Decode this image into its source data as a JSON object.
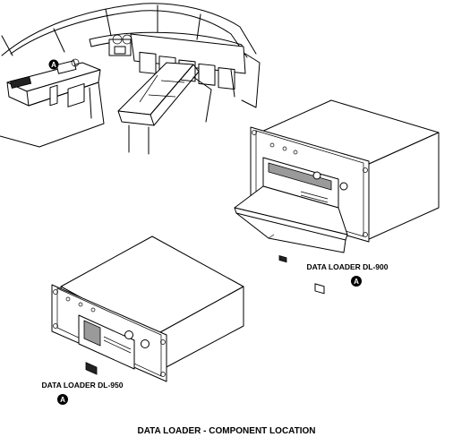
{
  "labels": {
    "dl900": "DATA LOADER DL-900",
    "dl950": "DATA LOADER DL-950",
    "title": "DATA LOADER - COMPONENT LOCATION"
  },
  "callouts": {
    "cockpit": "A",
    "dl900": "A",
    "dl950": "A"
  },
  "colors": {
    "ink": "#000000",
    "shade": "#9a9a9a"
  }
}
